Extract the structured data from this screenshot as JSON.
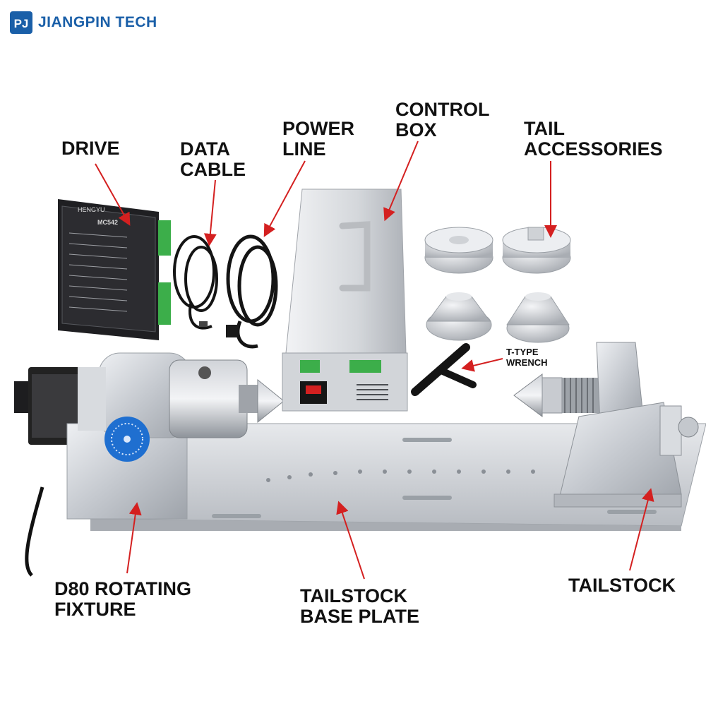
{
  "brand": {
    "logo_text": "PJ",
    "name": "JIANGPIN TECH",
    "color": "#1a5fa8"
  },
  "labels": {
    "drive": [
      "DRIVE"
    ],
    "data_cable": [
      "DATA",
      "CABLE"
    ],
    "power_line": [
      "POWER",
      "LINE"
    ],
    "control_box": [
      "CONTROL",
      "BOX"
    ],
    "tail_accessories": [
      "TAIL",
      "ACCESSORIES"
    ],
    "t_type_wrench": [
      "T-TYPE",
      "WRENCH"
    ],
    "d80_rotating_fixture": [
      "D80 ROTATING",
      "FIXTURE"
    ],
    "tailstock_base_plate": [
      "TAILSTOCK",
      "BASE PLATE"
    ],
    "tailstock": [
      "TAILSTOCK"
    ]
  },
  "product_text": {
    "driver_brand": "HENGYU",
    "driver_model": "MC542"
  },
  "colors": {
    "arrow": "#d42020",
    "metal": "#c9ccd1",
    "dial": "#1f6fd0",
    "connector": "#3cae4a"
  }
}
